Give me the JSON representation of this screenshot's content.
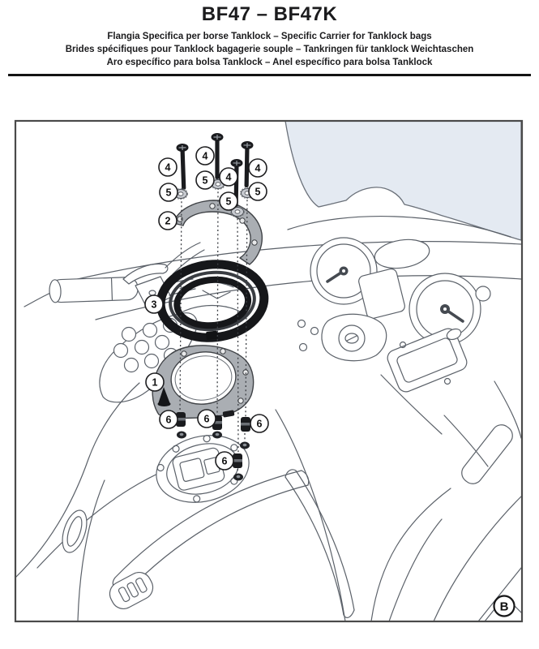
{
  "header": {
    "title": "BF47 – BF47K",
    "subtitles": [
      "Flangia Specifica per borse Tanklock – Specific Carrier for Tanklock bags",
      "Brides spécifiques pour Tanklock bagagerie souple – Tankringen für tanklock Weichtaschen",
      "Aro específico para bolsa Tanklock – Anel específico para bolsa Tanklock"
    ]
  },
  "diagram": {
    "figure_label": "B",
    "callouts": {
      "screw_a": "4",
      "screw_b": "4",
      "screw_c": "4",
      "screw_d": "4",
      "washer_a": "5",
      "washer_b": "5",
      "washer_c": "5",
      "washer_d": "5",
      "bracket": "2",
      "ring": "3",
      "flange": "1",
      "nut_a": "6",
      "nut_b": "6",
      "nut_c": "6",
      "nut_d": "6"
    }
  },
  "colors": {
    "windscreen": "#e4eaf2",
    "line_art": "#5b6169",
    "part_gray": "#aaaeb3",
    "part_black": "#17181a",
    "text": "#1b1b1d"
  }
}
